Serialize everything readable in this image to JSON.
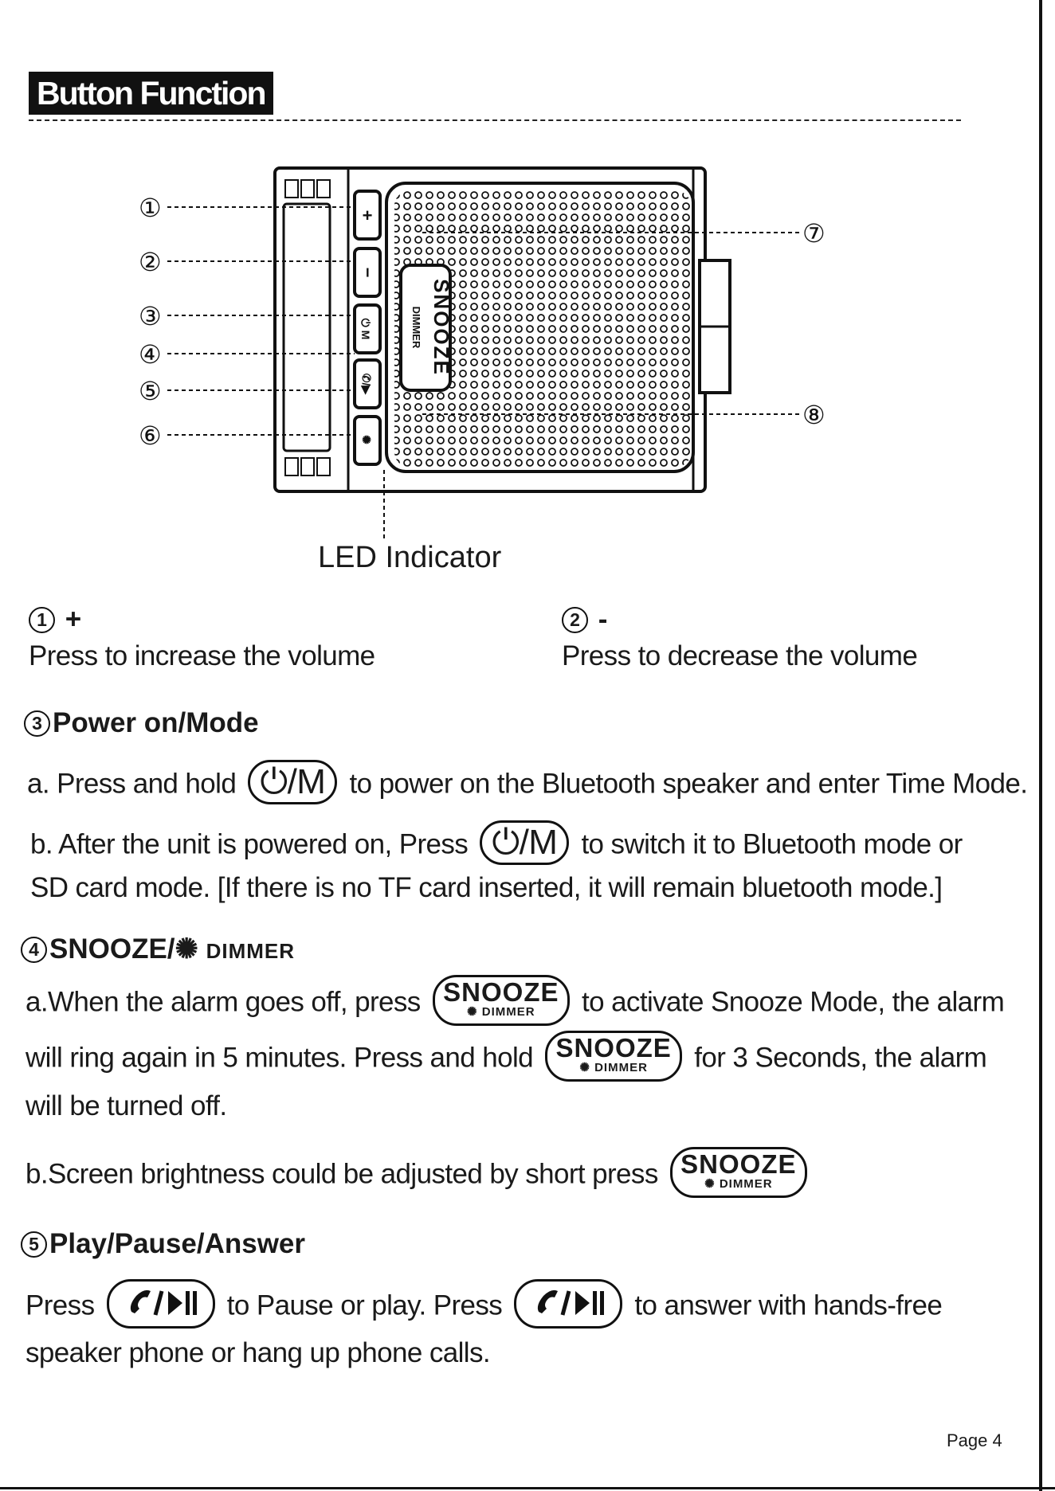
{
  "header": {
    "title": "Button Function"
  },
  "diagram": {
    "callouts": [
      "①",
      "②",
      "③",
      "④",
      "⑤",
      "⑥",
      "⑦",
      "⑧"
    ],
    "snooze_label": "SNOOZE",
    "dimmer_label": "DIMMER",
    "led_label": "LED Indicator"
  },
  "items": {
    "plus": {
      "num": "1",
      "label": "+",
      "desc": "Press to increase the volume"
    },
    "minus": {
      "num": "2",
      "label": "-",
      "desc": "Press to decrease the volume"
    }
  },
  "power": {
    "num": "3",
    "title": "Power on/Mode",
    "a_before": "a. Press and hold",
    "a_after": "to power on the Bluetooth speaker and enter Time Mode.",
    "b_before": "b. After the unit is powered on, Press",
    "b_after": "to switch it to Bluetooth mode or",
    "b_line2": "SD card mode. [If there is no TF card inserted, it will remain bluetooth mode.]",
    "button_label": "/M"
  },
  "snooze": {
    "num": "4",
    "title": "SNOOZE/",
    "title_dimmer": "DIMMER",
    "a_before": "a.When the alarm goes off, press",
    "a_after": "to activate Snooze Mode, the alarm",
    "a2_before": "will ring again in 5 minutes. Press and hold",
    "a2_after": "for 3 Seconds, the alarm",
    "a3": "will be turned off.",
    "b": "b.Screen brightness could be adjusted by short press",
    "btn_top": "SNOOZE",
    "btn_bottom": "DIMMER"
  },
  "play": {
    "num": "5",
    "title": "Play/Pause/Answer",
    "l1_before": "Press",
    "l1_mid": "to Pause or play. Press",
    "l1_after": "to answer with hands-free",
    "l2": "speaker phone or hang up phone calls."
  },
  "footer": {
    "page": "Page 4"
  }
}
